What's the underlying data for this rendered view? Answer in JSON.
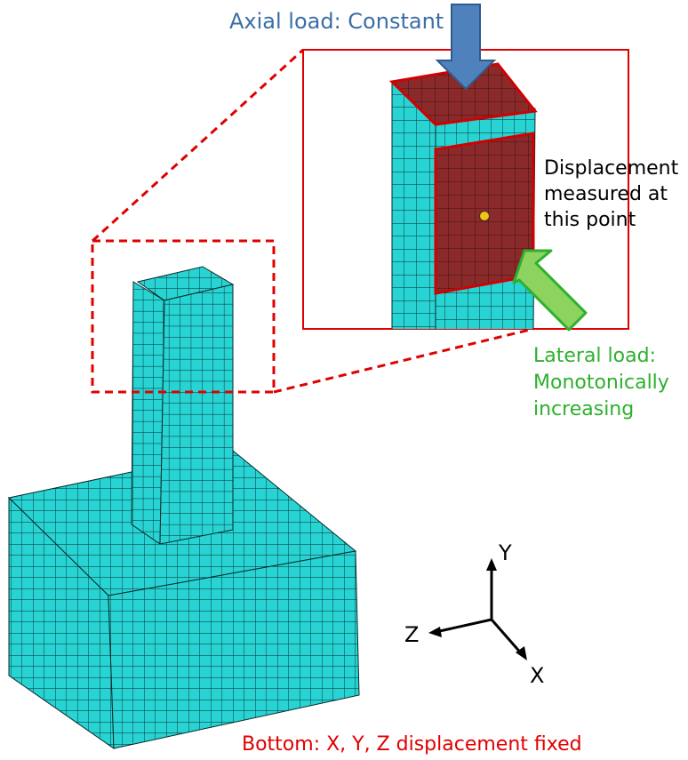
{
  "labels": {
    "axial": "Axial load:  Constant",
    "displacement_1": "Displacement",
    "displacement_2": "measured at",
    "displacement_3": "this point",
    "lateral_1": "Lateral load:",
    "lateral_2": "Monotonically",
    "lateral_3": "increasing",
    "bottom": "Bottom: X, Y, Z displacement fixed"
  },
  "axes": {
    "y": "Y",
    "z": "Z",
    "x": "X"
  },
  "colors": {
    "mesh_fill": "#27d3d3",
    "mesh_line": "#0a2a2a",
    "highlight_fill": "#8a2a2a",
    "highlight_border": "#d20000",
    "axial_text": "#3a6ea5",
    "axial_arrow": "#4f81bd",
    "lateral_text": "#2db02d",
    "lateral_arrow": "#8dd35f",
    "callout": "#e00000",
    "point": "#f5c211"
  },
  "icons": {
    "axial_arrow": "down-arrow",
    "lateral_arrow": "diagonal-arrow",
    "point_marker": "dot"
  }
}
